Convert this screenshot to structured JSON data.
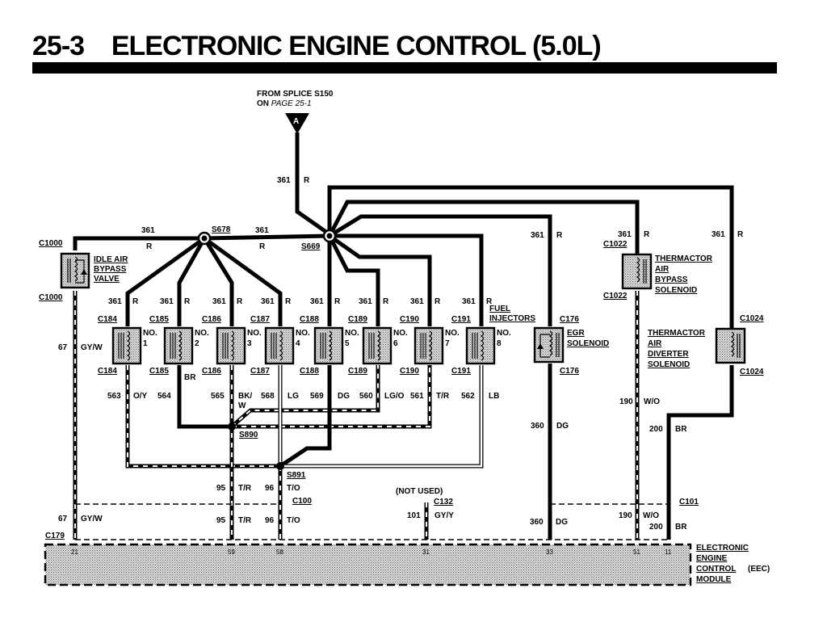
{
  "header": {
    "page_number": "25-3",
    "title": "ELECTRONIC ENGINE CONTROL (5.0L)"
  },
  "source": {
    "line1": "FROM SPLICE S150",
    "line2_prefix": "ON ",
    "line2_page": "PAGE 25-1",
    "connector_letter": "A"
  },
  "splices": {
    "s678": "S678",
    "s669": "S669",
    "s890": "S890",
    "s891": "S891"
  },
  "feed_wire": {
    "circuit": "361",
    "color": "R"
  },
  "idle_air": {
    "connector_top": "C1000",
    "connector_bottom": "C1000",
    "label": [
      "IDLE AIR",
      "BYPASS",
      "VALVE"
    ],
    "out_circuit": "67",
    "out_color": "GY/W"
  },
  "injectors": {
    "group_label": [
      "FUEL",
      "INJECTORS"
    ],
    "items": [
      {
        "connector": "C184",
        "no": "NO.",
        "num": "1",
        "in_circuit": "361",
        "in_color": "R",
        "out_circuit": "563",
        "out_color": "O/Y"
      },
      {
        "connector": "C185",
        "no": "NO.",
        "num": "2",
        "in_circuit": "361",
        "in_color": "R",
        "out_circuit": "564",
        "out_color": "BR"
      },
      {
        "connector": "C186",
        "no": "NO.",
        "num": "3",
        "in_circuit": "361",
        "in_color": "R",
        "out_circuit": "565",
        "out_color": "BK/W"
      },
      {
        "connector": "C187",
        "no": "NO.",
        "num": "4",
        "in_circuit": "361",
        "in_color": "R",
        "out_circuit": "568",
        "out_color": "LG"
      },
      {
        "connector": "C188",
        "no": "NO.",
        "num": "5",
        "in_circuit": "361",
        "in_color": "R",
        "out_circuit": "569",
        "out_color": "DG"
      },
      {
        "connector": "C189",
        "no": "NO.",
        "num": "6",
        "in_circuit": "361",
        "in_color": "R",
        "out_circuit": "560",
        "out_color": "LG/O"
      },
      {
        "connector": "C190",
        "no": "NO.",
        "num": "7",
        "in_circuit": "361",
        "in_color": "R",
        "out_circuit": "561",
        "out_color": "T/R"
      },
      {
        "connector": "C191",
        "no": "NO.",
        "num": "8",
        "in_circuit": "361",
        "in_color": "R",
        "out_circuit": "562",
        "out_color": "LB"
      }
    ]
  },
  "egr": {
    "connector_top": "C176",
    "connector_bottom": "C176",
    "label": [
      "EGR",
      "SOLENOID"
    ],
    "in_circuit": "361",
    "in_color": "R",
    "out_circuit": "360",
    "out_color": "DG"
  },
  "tab_solenoid": {
    "connector_top": "C1022",
    "connector_bottom": "C1022",
    "label": [
      "THERMACTOR",
      "AIR",
      "BYPASS",
      "SOLENOID"
    ],
    "in_circuit": "361",
    "in_color": "R",
    "out_circuit": "190",
    "out_color": "W/O"
  },
  "tad_solenoid": {
    "connector_top": "C1024",
    "connector_bottom": "C1024",
    "label": [
      "THERMACTOR",
      "AIR",
      "DIVERTER",
      "SOLENOID"
    ],
    "in_circuit": "361",
    "in_color": "R",
    "out_circuit": "200",
    "out_color": "BR"
  },
  "lower_wires": {
    "w95": {
      "circuit": "95",
      "color": "T/R"
    },
    "w96": {
      "circuit": "96",
      "color": "T/O"
    },
    "w67": {
      "circuit": "67",
      "color": "GY/W"
    },
    "w101": {
      "circuit": "101",
      "color": "GY/Y"
    },
    "w360": {
      "circuit": "360",
      "color": "DG"
    },
    "w190": {
      "circuit": "190",
      "color": "W/O"
    },
    "w200": {
      "circuit": "200",
      "color": "BR"
    }
  },
  "connectors": {
    "c100": "C100",
    "c101": "C101",
    "c132": "C132",
    "c179": "C179",
    "not_used": "(NOT USED)"
  },
  "eec_module": {
    "label": [
      "ELECTRONIC",
      "ENGINE",
      "CONTROL",
      "MODULE"
    ],
    "abbrev": "(EEC)",
    "pins": [
      "21",
      "59",
      "58",
      "31",
      "33",
      "51",
      "11"
    ]
  }
}
